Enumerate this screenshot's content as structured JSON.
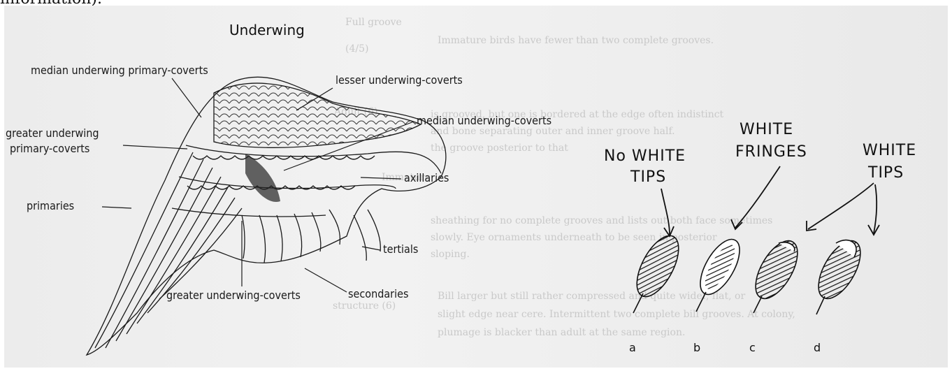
{
  "top_fragment": "information).",
  "wing": {
    "title": "Underwing",
    "labels": {
      "median_primary_coverts": "median underwing primary-coverts",
      "lesser_coverts": "lesser underwing-coverts",
      "median_coverts": "median underwing-coverts",
      "greater_primary_coverts_1": "greater underwing",
      "greater_primary_coverts_2": "primary-coverts",
      "axillaries": "axillaries",
      "primaries": "primaries",
      "tertials": "tertials",
      "secondaries": "secondaries",
      "greater_coverts": "greater underwing-coverts"
    }
  },
  "feathers": {
    "annotations": {
      "no_white_1": "No WHITE",
      "no_white_2": "TIPS",
      "fringes_1": "WHITE",
      "fringes_2": "FRINGES",
      "tips_1": "WHITE",
      "tips_2": "TIPS"
    },
    "letters": [
      "a",
      "b",
      "c",
      "d"
    ]
  },
  "background_text": {
    "l1": "Immature birds have fewer than two complete grooves.",
    "l2": "is grooved, but one is bordered at the edge often indistinct",
    "l3": "and bone separating outer and inner groove half.",
    "l4": "the groove posterior to that",
    "l5": "sheathing for no complete grooves and lists out both face sometimes",
    "l6": "slowly. Eye ornaments underneath to be seen in posterior",
    "l7": "sloping.",
    "l8": "Bill larger but still rather compressed and quite wider, flat, or",
    "l9": "slight edge near cere. Intermittent two complete bill grooves. At colony,",
    "l10": "plumage is blacker than adult at the same region.",
    "side1": "Full groove",
    "side2": "(4/5)",
    "side3": "Adult (6)",
    "side4": "Immature",
    "side5": "structure (6)"
  }
}
